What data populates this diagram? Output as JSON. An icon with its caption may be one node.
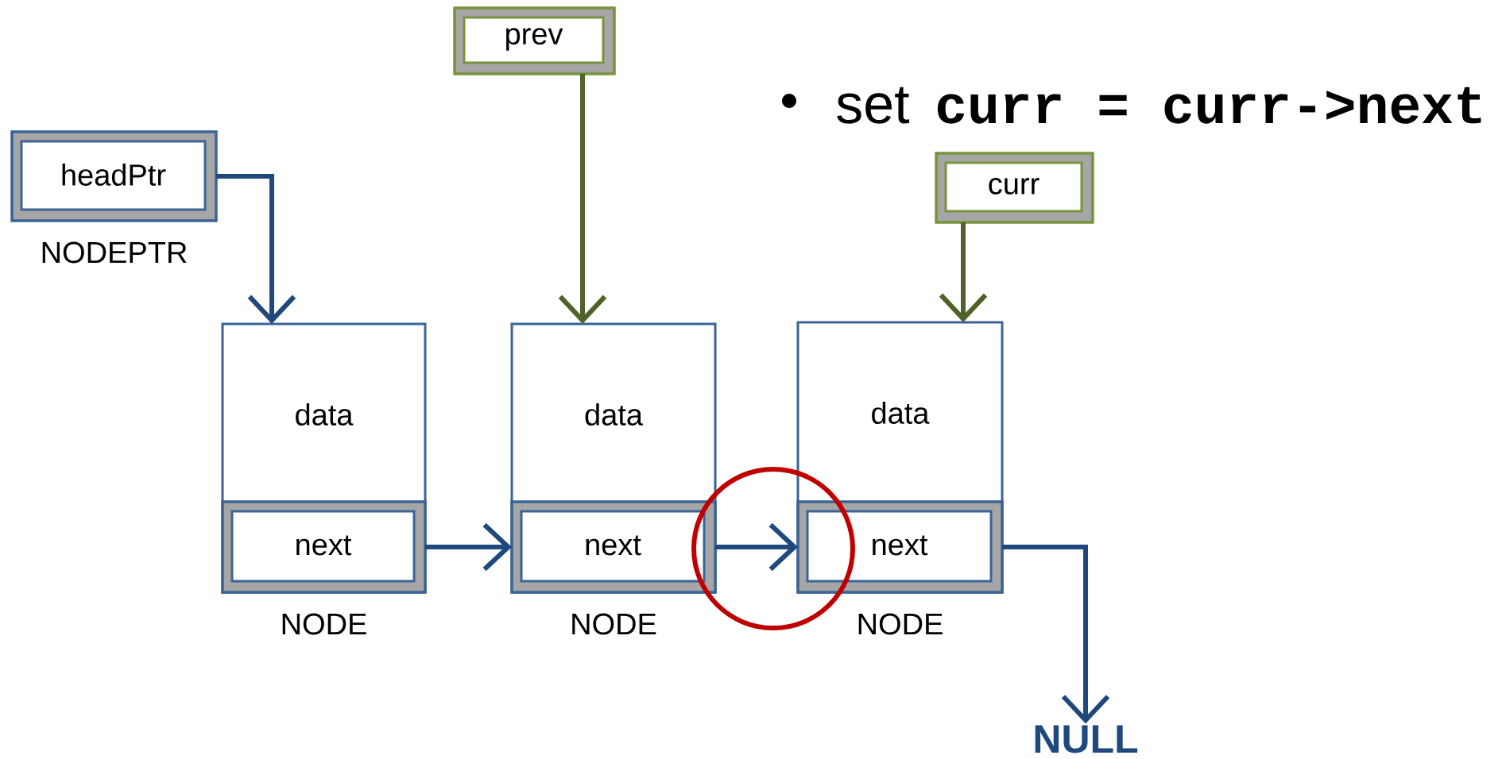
{
  "diagram": {
    "nodes": [
      {
        "text": [
          "headPtr"
        ],
        "beside": [
          "NODEPTR"
        ]
      },
      {
        "text": [
          "prev"
        ]
      },
      {
        "text": [
          "curr"
        ]
      },
      {
        "text": [
          "data"
        ],
        "beside": [
          "NODE"
        ]
      },
      {
        "text": [
          "next"
        ],
        "in": 3
      },
      {
        "text": [
          "data"
        ],
        "beside": [
          "NODE"
        ]
      },
      {
        "text": [
          "next"
        ],
        "in": 5
      },
      {
        "text": [
          "data"
        ],
        "beside": [
          "NODE"
        ]
      },
      {
        "text": [
          "next"
        ],
        "in": 7
      },
      {
        "text": [
          "NULL"
        ]
      }
    ],
    "edges": [
      {
        "from": 0,
        "to": 3,
        "arrow": "to"
      },
      {
        "from": 1,
        "to": 5,
        "arrow": "to",
        "color": "#4f6228"
      },
      {
        "from": 2,
        "to": 7,
        "arrow": "to",
        "color": "#4f6228"
      },
      {
        "from": 4,
        "to": 5,
        "arrow": "to"
      },
      {
        "from": 6,
        "to": 7,
        "arrow": "to"
      },
      {
        "from": 8,
        "to": 9,
        "arrow": "to"
      }
    ],
    "labels": [
      "set",
      "curr = curr->next"
    ]
  }
}
